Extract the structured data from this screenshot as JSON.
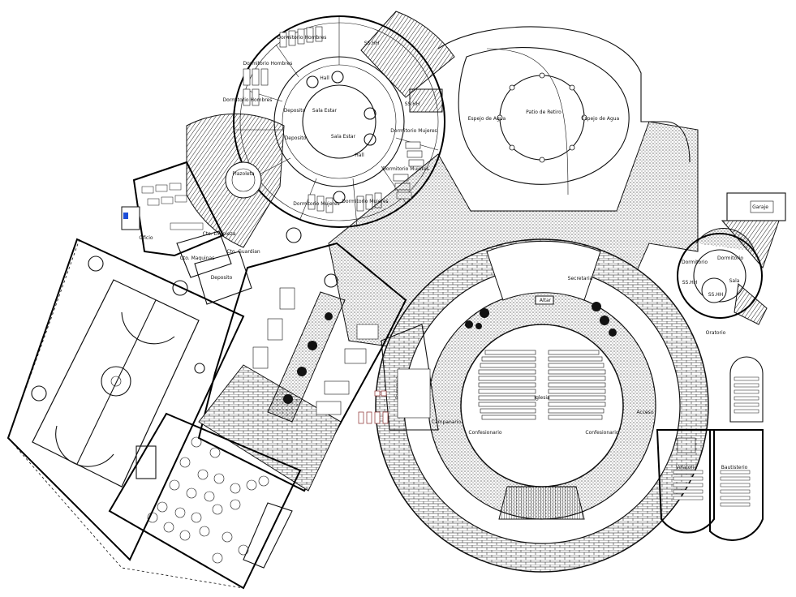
{
  "rooms": {
    "dormitorio_hombres_1": "Dormitorio Hombres",
    "dormitorio_hombres_2": "Dormitorio Hombres",
    "dormitorio_hombres_3": "Dormitorio Hombres",
    "sshh_top": "SS.HH",
    "sshh_right": "SS.HH",
    "hall_top": "Hall",
    "deposito_1": "Deposito",
    "sala_estar_1": "Sala Estar",
    "deposito_2": "Deposito",
    "sala_estar_2": "Sala Estar",
    "hall_bottom": "Hall",
    "dormitorio_mujeres_1": "Dormitorio Mujeres",
    "dormitorio_mujeres_2": "Dormitorio Mujeres",
    "dormitorio_mujeres_3": "Dormitorio Mujeres",
    "dormitorio_mujeres_4": "Dormitorio Mujeres",
    "plazoleta": "Plazoleta",
    "oficio": "Oficio",
    "cto_limpieza": "Cto. Limpieza",
    "cto_guardian": "Cto. Guardian",
    "cto_maquinas": "Cto. Maquinas",
    "deposito_3": "Deposito",
    "espejo_agua_1": "Espejo de Agua",
    "espejo_agua_2": "Espejo de Agua",
    "patio_retiro": "Patio de Retiro",
    "secretaria": "Secretaria",
    "altar": "Altar",
    "iglesia": "Iglesia",
    "acceso": "Acceso",
    "confesionario_1": "Confesionario",
    "confesionario_2": "Confesionario",
    "campanario": "Campanario",
    "parroquia": "Parroquia",
    "garaje": "Garaje",
    "dormitorio_r": "Dormitorio",
    "sshh_r": "SS.HH",
    "sala_r": "Sala",
    "dormitorio_r2": "Dormitorio",
    "oratorio": "Oratorio",
    "velatorio": "Velatorio",
    "bautisterio": "Bautisterio",
    "cafeteria_sh": "SS.HH"
  },
  "colors": {
    "line": "#111111",
    "background": "#ffffff",
    "accent_blue": "#1d4ed8",
    "hatch": "#222222",
    "brick_red": "#8b2d2d"
  }
}
